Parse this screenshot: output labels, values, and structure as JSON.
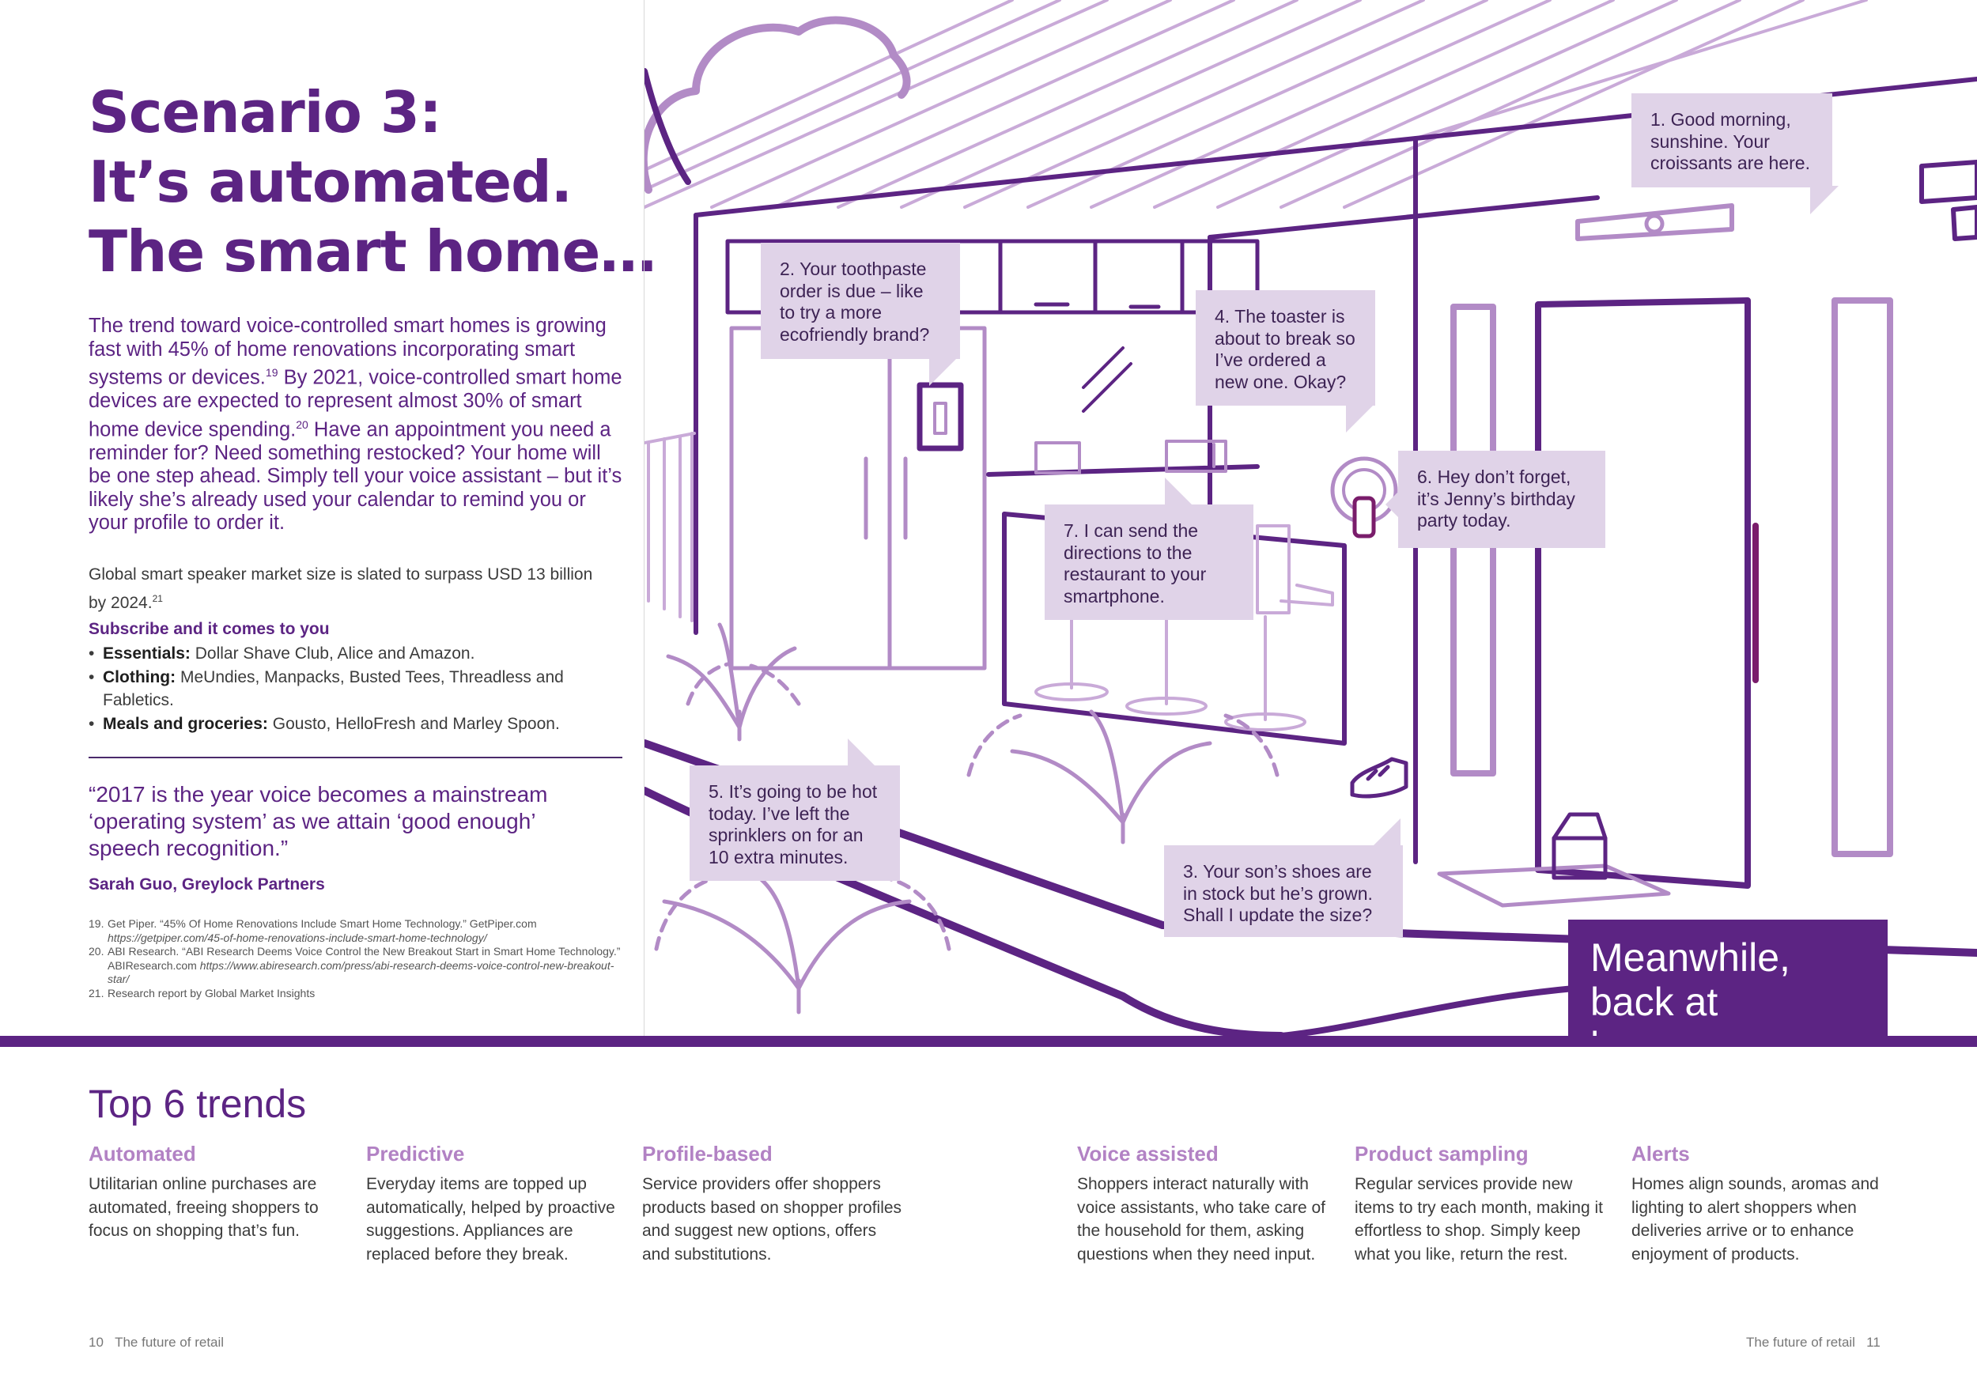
{
  "title": {
    "line1": "Scenario 3:",
    "line2": "It’s automated.",
    "line3": "The smart home…"
  },
  "intro": {
    "part1": "The trend toward voice-controlled smart homes is growing fast with 45% of home renovations incorporating smart systems or devices.",
    "ref1": "19",
    "part2": " By 2021, voice-controlled smart home devices are expected to represent almost 30% of smart home device spending.",
    "ref2": "20",
    "part3": " Have an appointment you need a reminder for? Need something restocked? Your home will be one step ahead. Simply tell your voice assistant – but it’s likely she’s already used your calendar to remind you or your profile to order it."
  },
  "stat": {
    "text": "Global smart speaker market size is slated to surpass USD 13 billion by 2024.",
    "ref": "21"
  },
  "subscribe": {
    "heading": "Subscribe and it comes to you",
    "items": [
      {
        "label": "Essentials:",
        "text": " Dollar Shave Club, Alice and Amazon."
      },
      {
        "label": "Clothing:",
        "text": " MeUndies, Manpacks, Busted Tees, Threadless and Fabletics."
      },
      {
        "label": "Meals and groceries:",
        "text": " Gousto, HelloFresh and Marley Spoon."
      }
    ]
  },
  "quote": {
    "text": "“2017 is the year voice becomes a mainstream ‘operating system’ as we attain ‘good enough’ speech recognition.”",
    "author": "Sarah Guo, Greylock Partners"
  },
  "footnotes": [
    {
      "num": "19.",
      "text": "Get Piper. “45% Of Home Renovations Include Smart Home Technology.” GetPiper.com",
      "url": "https://getpiper.com/45-of-home-renovations-include-smart-home-technology/"
    },
    {
      "num": "20.",
      "text": "ABI Research. “ABI Research Deems Voice Control the New Breakout Start in Smart Home Technology.” ABIResearch.com ",
      "url": "https://www.abiresearch.com/press/abi-research-deems-voice-control-new-breakout-star/"
    },
    {
      "num": "21.",
      "text": "Research report by Global Market Insights",
      "url": ""
    }
  ],
  "bubbles": {
    "b1": "1. Good morning, sunshine. Your croissants are here.",
    "b2": "2. Your toothpaste order is due – like to try a more ecofriendly brand?",
    "b3": "3. Your son’s shoes are in stock but he’s grown. Shall I update the size?",
    "b4": "4. The toaster is about to break so I’ve ordered a new one. Okay?",
    "b5": "5. It’s going to be hot today. I’ve left the sprinklers on for an 10 extra minutes.",
    "b6": "6. Hey don’t forget, it’s Jenny’s birthday party today.",
    "b7": "7. I can send the directions to the restaurant to your smartphone."
  },
  "meanwhile": {
    "line1": "Meanwhile,",
    "line2": "back at home…"
  },
  "trends": {
    "title": "Top 6 trends",
    "items": [
      {
        "heading": "Automated",
        "body": "Utilitarian online purchases are automated, freeing shoppers to focus on shopping that’s fun."
      },
      {
        "heading": "Predictive",
        "body": "Everyday items are topped up automatically, helped by proactive suggestions. Appliances are replaced before they break."
      },
      {
        "heading": "Profile-based",
        "body": "Service providers offer shoppers products based on shopper profiles and suggest new options, offers and substitutions."
      },
      {
        "heading": "Voice assisted",
        "body": "Shoppers interact naturally with voice assistants, who take care of the household for them, asking questions when they need input."
      },
      {
        "heading": "Product sampling",
        "body": "Regular services provide new items to try each month, making it effortless to shop. Simply keep what you like, return the rest."
      },
      {
        "heading": "Alerts",
        "body": "Homes align sounds, aromas and lighting to alert shoppers when deliveries arrive or to enhance enjoyment of products."
      }
    ]
  },
  "footer": {
    "left_num": "10",
    "left_text": "The future of retail",
    "right_text": "The future of retail",
    "right_num": "11"
  },
  "colors": {
    "brand_purple": "#5c2483",
    "illustration_purple": "#5c2483",
    "illustration_light": "#b28bc6",
    "bubble_fill": "#e0d3e8",
    "trend_heading": "#b282c4"
  }
}
